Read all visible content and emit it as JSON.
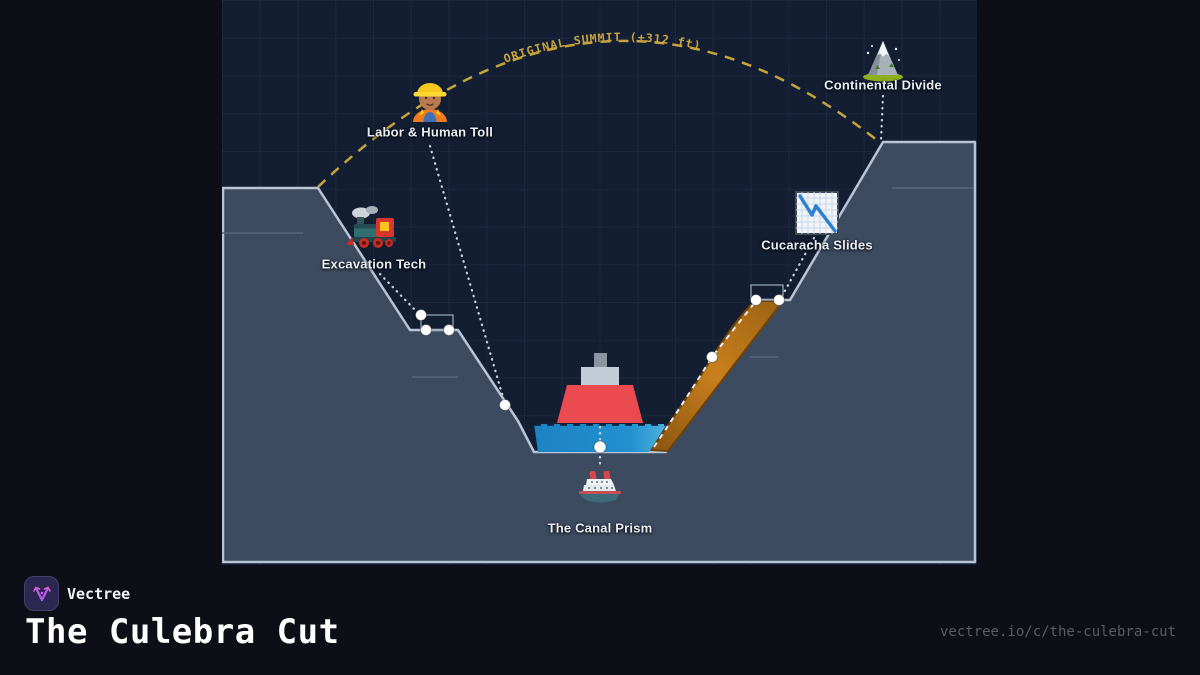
{
  "brand": {
    "name": "Vectree"
  },
  "page": {
    "title": "The Culebra Cut",
    "url": "vectree.io/c/the-culebra-cut"
  },
  "diagram": {
    "summit_annotation": "ORIGINAL SUMMIT (+312 ft)",
    "nodes": [
      {
        "id": "labor-human-toll",
        "label": "Labor & Human Toll",
        "icon": "construction-worker-icon"
      },
      {
        "id": "excavation-tech",
        "label": "Excavation Tech",
        "icon": "locomotive-icon"
      },
      {
        "id": "continental-divide",
        "label": "Continental Divide",
        "icon": "snow-capped-mountain-icon"
      },
      {
        "id": "cucaracha-slides",
        "label": "Cucaracha Slides",
        "icon": "chart-decreasing-icon"
      },
      {
        "id": "canal-prism",
        "label": "The Canal Prism",
        "icon": "passenger-ship-icon"
      }
    ],
    "colors": {
      "outer_bg": "#0e0f16",
      "panel_bg": "#141e33",
      "terrain_fill": "#3d4b61",
      "terrain_border": "#b9c5d6",
      "water_blue": "#2191cf",
      "ship_red": "#ea4a50",
      "slide_orange": "#c07518",
      "summit_gold": "#c7a43b",
      "label_text": "#e9edf3",
      "url_text": "#575c66",
      "logo_bg": "#2b2751",
      "logo_accent": "#b55cf0"
    }
  }
}
